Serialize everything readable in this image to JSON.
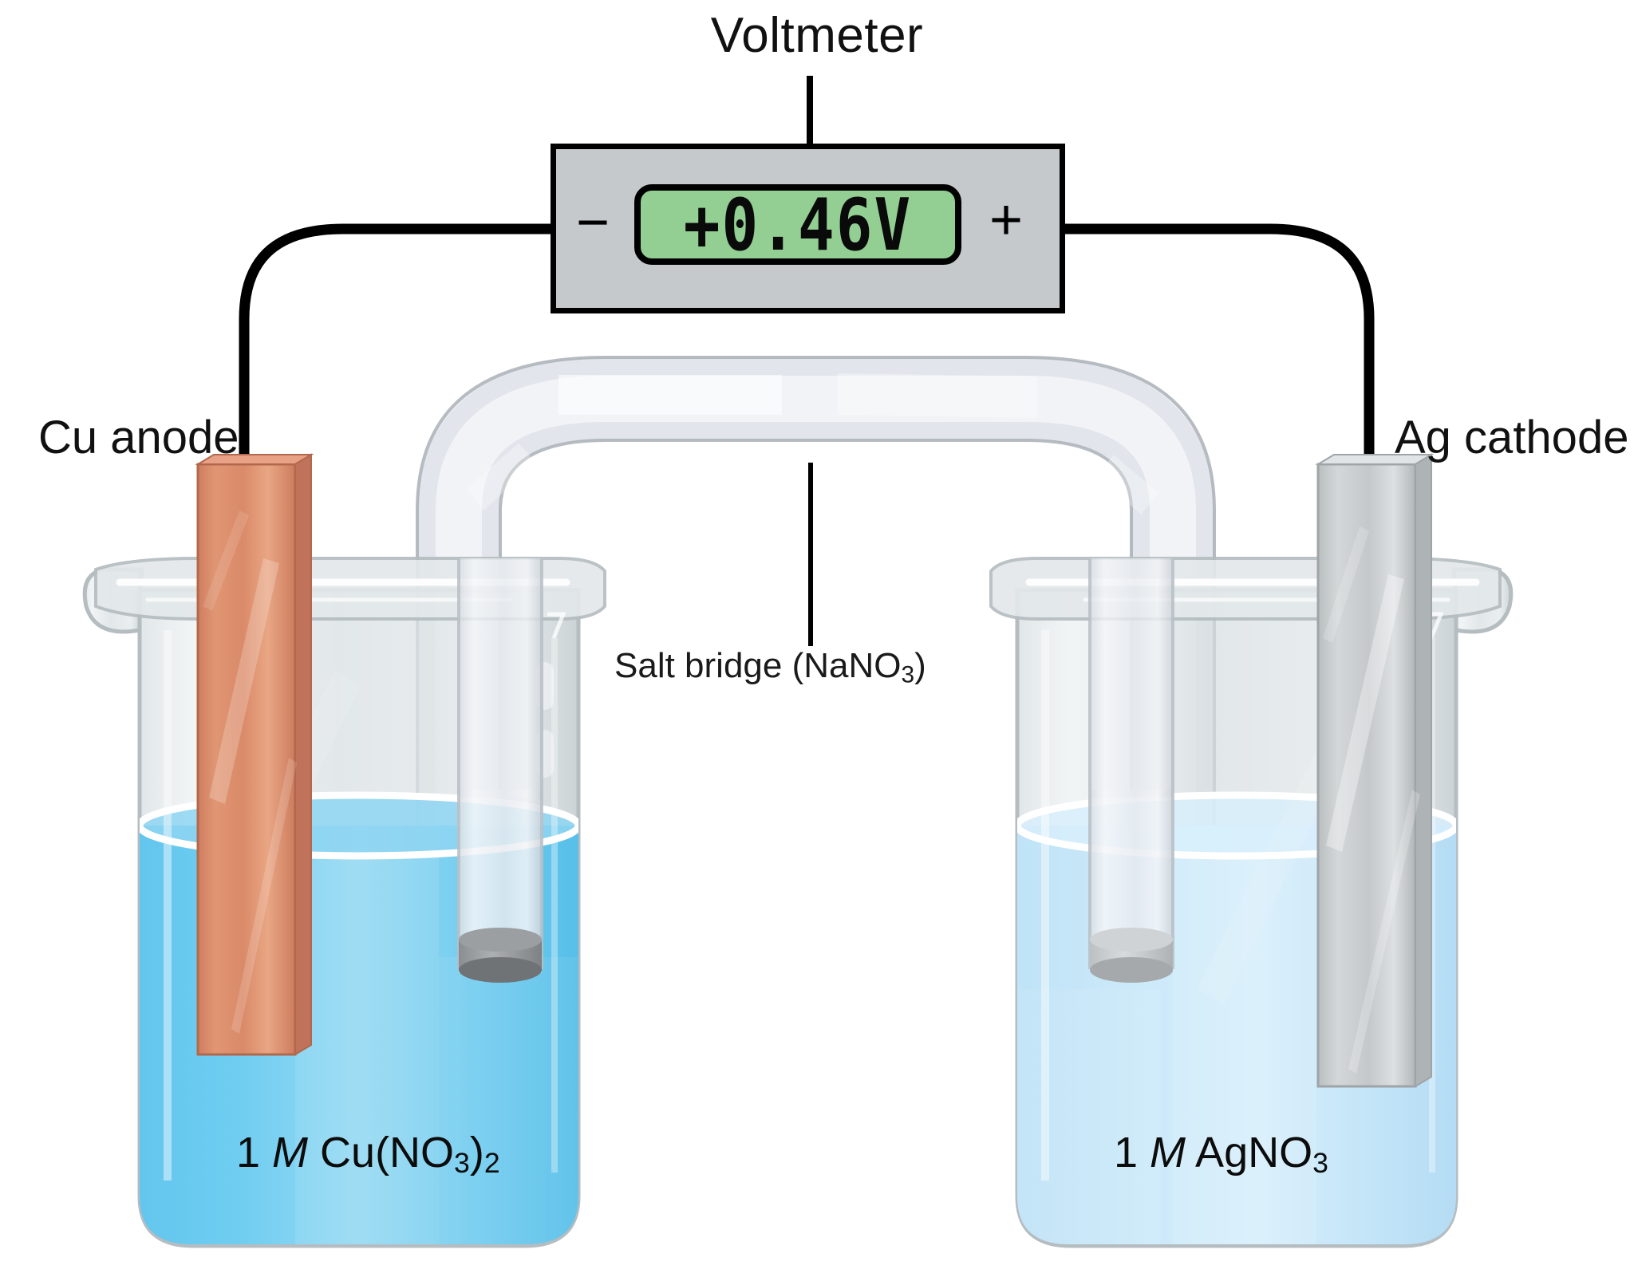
{
  "title": "Galvanic (voltaic) cell: Cu | Cu(NO3)2 || AgNO3 | Ag",
  "voltmeter": {
    "title": "Voltmeter",
    "reading": "+0.46V",
    "terminal_negative": "−",
    "terminal_positive": "+",
    "display_color": "#93cf93",
    "body_color": "#c5c9cc"
  },
  "electrodes": {
    "anode": {
      "label": "Cu anode",
      "material": "copper",
      "color": "#d98666"
    },
    "cathode": {
      "label": "Ag cathode",
      "material": "silver",
      "color": "#c9cccd"
    }
  },
  "salt_bridge": {
    "label_prefix": "Salt bridge (NaNO",
    "label_subscript": "3",
    "label_suffix": ")",
    "full_label": "Salt bridge (NaNO3)",
    "tube_color": "#e9ecf1"
  },
  "beakers": {
    "left": {
      "solution_prefix": "1 ",
      "solution_molarity_symbol": "M",
      "solution_formula_a": " Cu(NO",
      "solution_sub_a": "3",
      "solution_formula_b": ")",
      "solution_sub_b": "2",
      "full_label": "1 M Cu(NO3)2",
      "solution_color": "#72cbef"
    },
    "right": {
      "solution_prefix": "1 ",
      "solution_molarity_symbol": "M",
      "solution_formula_a": " AgNO",
      "solution_sub_a": "3",
      "full_label": "1 M AgNO3",
      "solution_color": "#c8e6f8"
    }
  },
  "colors": {
    "wire": "#000000",
    "glass": "#ced5d8",
    "background": "#ffffff",
    "copper": "#d98666",
    "silver": "#c9cccd",
    "plug": "#8e9193"
  }
}
